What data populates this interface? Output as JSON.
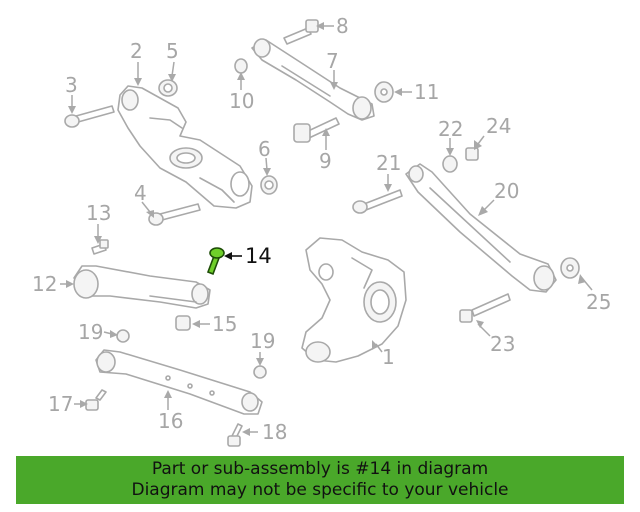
{
  "diagram": {
    "callouts": [
      "1",
      "2",
      "3",
      "4",
      "5",
      "6",
      "7",
      "8",
      "9",
      "10",
      "11",
      "12",
      "13",
      "14",
      "15",
      "16",
      "17",
      "18",
      "19",
      "19",
      "20",
      "21",
      "22",
      "23",
      "24",
      "25"
    ],
    "highlighted_part": "14",
    "highlight_color": "#6fcf2a"
  },
  "banner": {
    "line1": "Part or sub-assembly is #14 in diagram",
    "line2": "Diagram may not be specific to your vehicle",
    "background": "#4aa82a"
  }
}
